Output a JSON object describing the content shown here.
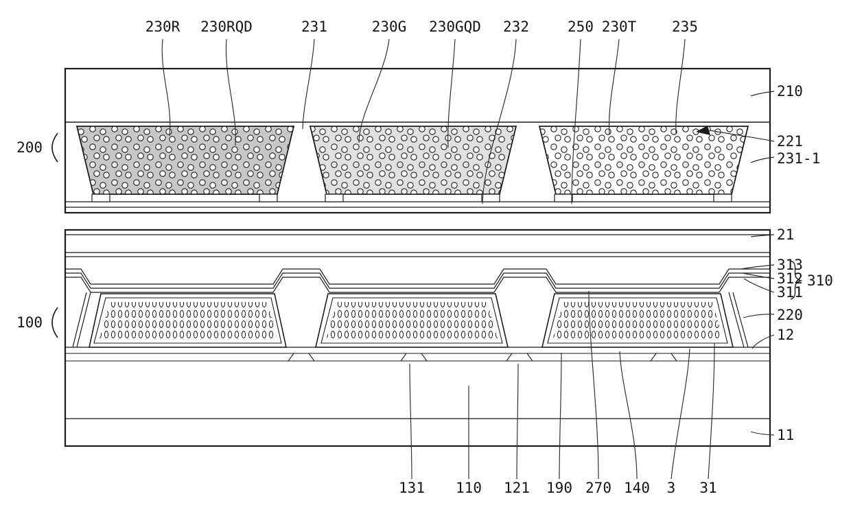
{
  "figure": {
    "description": "Patent-style cross-section diagram of a display panel with quantum-dot color conversion cups (upper panel 200) bonded over an emissive backplane (lower panel 100)",
    "labels": {
      "top": [
        "230R",
        "230RQD",
        "231",
        "230G",
        "230GQD",
        "232",
        "250",
        "230T",
        "235"
      ],
      "left": [
        "200",
        "100"
      ],
      "right": [
        "210",
        "221",
        "231-1",
        "21",
        "313",
        "312",
        "311",
        "310",
        "220",
        "12",
        "11"
      ],
      "bottom": [
        "131",
        "110",
        "121",
        "190",
        "270",
        "140",
        "3",
        "31"
      ]
    },
    "colors": {
      "ink": "#1b1b1b",
      "qd_red_fill": "#c7c7c7",
      "qd_green_fill": "#e0e0e0",
      "qd_transparent_fill": "#ffffff",
      "background": "#ffffff"
    }
  }
}
